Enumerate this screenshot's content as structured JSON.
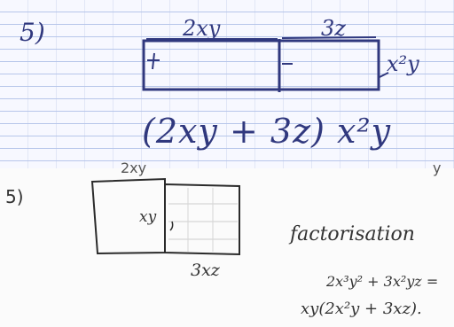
{
  "top_panel": {
    "number": "5)",
    "top_left_label": "2xy",
    "top_right_label": "3z",
    "right_label": "x²y",
    "expression": "(2xy + 3z) x²y"
  },
  "bottom_panel": {
    "number": "5)",
    "cut_top_left": "2xy",
    "cut_top_right": "y",
    "left_inner_label": "xy",
    "bottom_label": "3xz",
    "title": "factorisation",
    "line1": "2x³y² + 3x²yz =",
    "line2": "xy(2x²y + 3xz)."
  }
}
